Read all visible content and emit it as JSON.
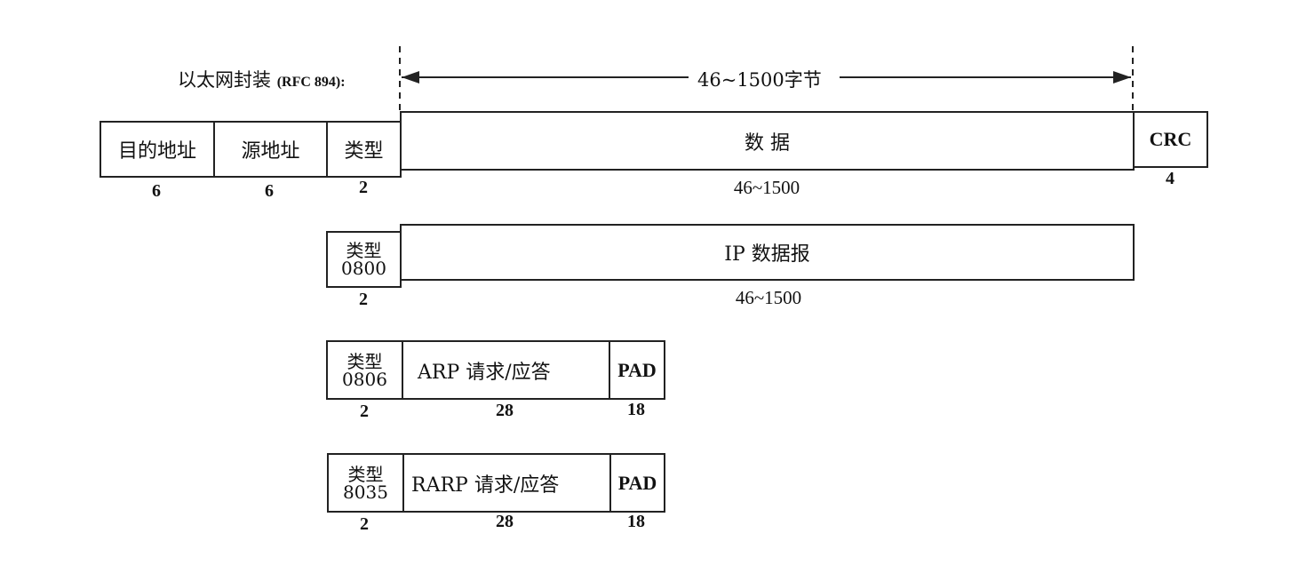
{
  "ethernet": {
    "title_prefix": "以太网封装",
    "title_rfc": "(RFC 894):",
    "range_label": "46~1500字节",
    "fields": {
      "dst": "目的地址",
      "src": "源地址",
      "type": "类型",
      "data": "数 据",
      "crc": "CRC"
    },
    "sizes": {
      "dst": "6",
      "src": "6",
      "type": "2",
      "data": "46~1500",
      "crc": "4"
    }
  },
  "ip_frame": {
    "type_label": "类型",
    "type_code": "0800",
    "payload": "IP 数据报",
    "type_size": "2",
    "payload_size": "46~1500"
  },
  "arp_frame": {
    "type_label": "类型",
    "type_code": "0806",
    "payload": "ARP 请求/应答",
    "pad": "PAD",
    "type_size": "2",
    "payload_size": "28",
    "pad_size": "18"
  },
  "rarp_frame": {
    "type_label": "类型",
    "type_code": "8035",
    "payload": "RARP 请求/应答",
    "pad": "PAD",
    "type_size": "2",
    "payload_size": "28",
    "pad_size": "18"
  }
}
